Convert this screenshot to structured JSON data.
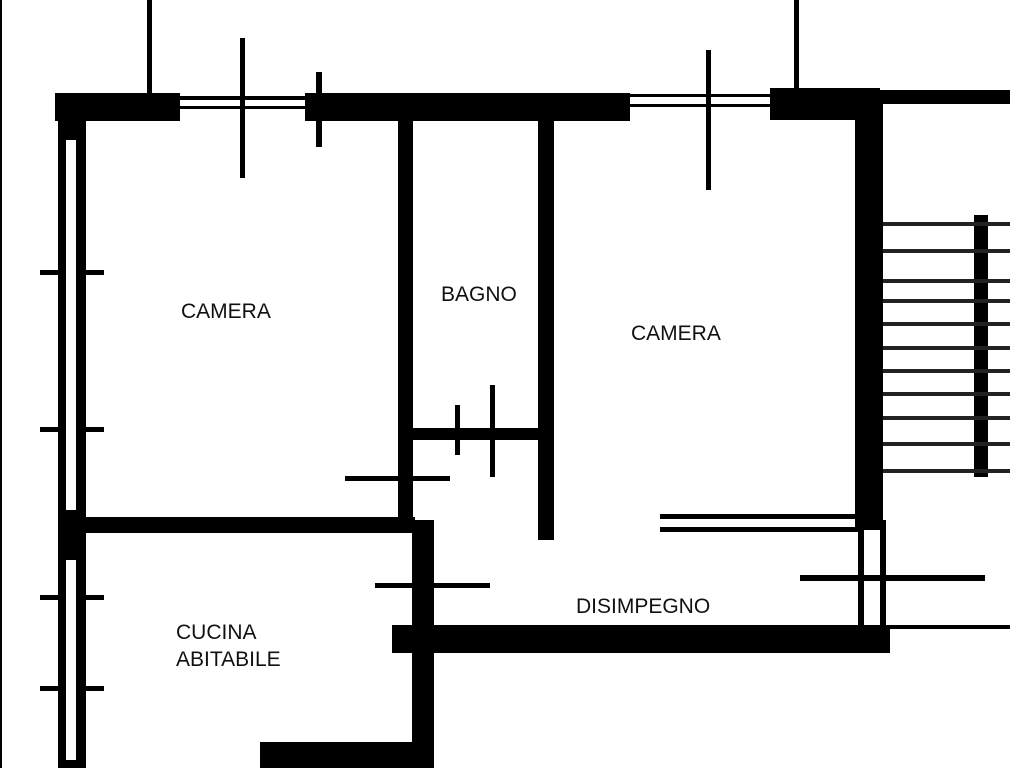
{
  "rooms": {
    "camera_left": "CAMERA",
    "bagno": "BAGNO",
    "camera_right": "CAMERA",
    "disimpegno": "DISIMPEGNO",
    "cucina_line1": "CUCINA",
    "cucina_line2": "ABITABILE"
  },
  "colors": {
    "wall": "#000000",
    "background": "#ffffff"
  }
}
